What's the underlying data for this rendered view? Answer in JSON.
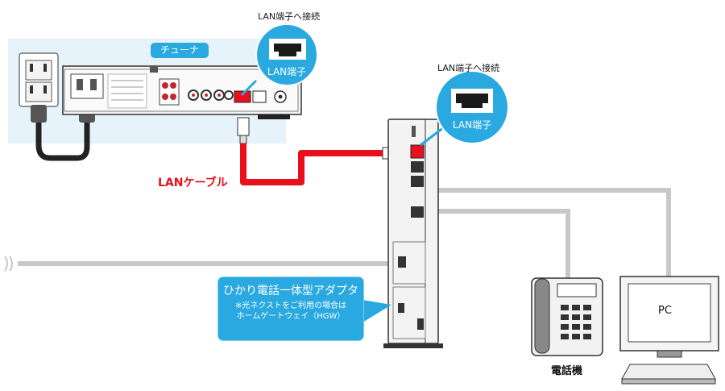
{
  "tuner": {
    "label": "チューナ"
  },
  "tuner_lan": {
    "callout_title": "LAN端子へ接続",
    "port_label": "LAN端子"
  },
  "adapter_lan": {
    "callout_title": "LAN端子へ接続",
    "port_label": "LAN端子"
  },
  "cable": {
    "label": "LANケーブル"
  },
  "adapter": {
    "name": "ひかり電話一体型アダプタ",
    "note_line1": "※光ネクストをご利用の場合は",
    "note_line2": "ホームゲートウェイ（HGW）"
  },
  "pc": {
    "label": "PC"
  },
  "phone": {
    "label": "電話機"
  },
  "colors": {
    "accent": "#2aa8e0",
    "cable": "#e8101a",
    "line": "#c8c8c8"
  }
}
